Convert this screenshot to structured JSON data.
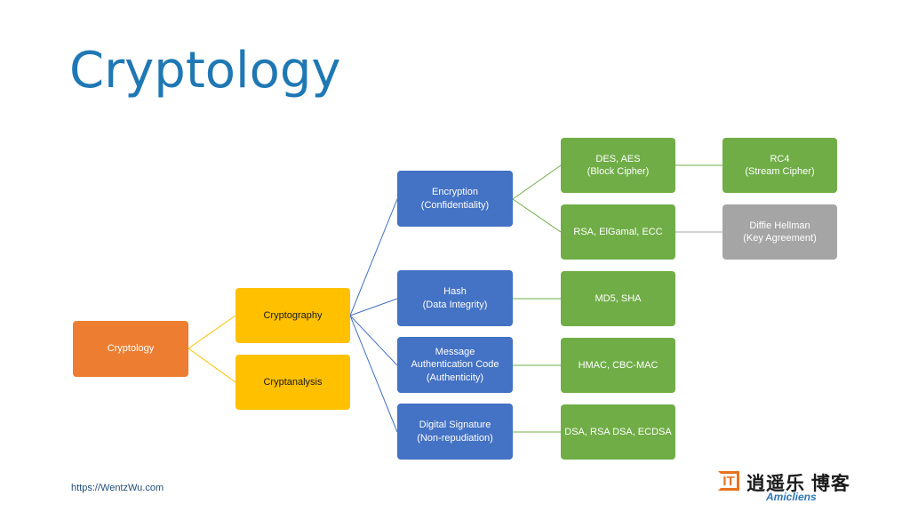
{
  "title": "Cryptology",
  "footer_url": "https://WentzWu.com",
  "logo": {
    "badge": "IT",
    "name": "逍遥乐 博客",
    "subtitle": "Amicliens"
  },
  "colors": {
    "root": "#ed7d31",
    "branch": "#ffc000",
    "category": "#4472c4",
    "example": "#70ad47",
    "other": "#a5a5a5",
    "title": "#1f78b4"
  },
  "nodes": {
    "root": "Cryptology",
    "cryptography": "Cryptography",
    "cryptanalysis": "Cryptanalysis",
    "encryption": "Encryption\n(Confidentiality)",
    "hash": "Hash\n(Data Integrity)",
    "mac": "Message\nAuthentication Code\n(Authenticity)",
    "signature": "Digital Signature\n(Non-repudiation)",
    "des_aes": "DES, AES\n(Block Cipher)",
    "rsa": "RSA, ElGamal, ECC",
    "md5": "MD5, SHA",
    "hmac": "HMAC, CBC-MAC",
    "dsa": "DSA, RSA DSA, ECDSA",
    "rc4": "RC4\n(Stream Cipher)",
    "dh": "Diffie Hellman\n(Key Agreement)"
  }
}
